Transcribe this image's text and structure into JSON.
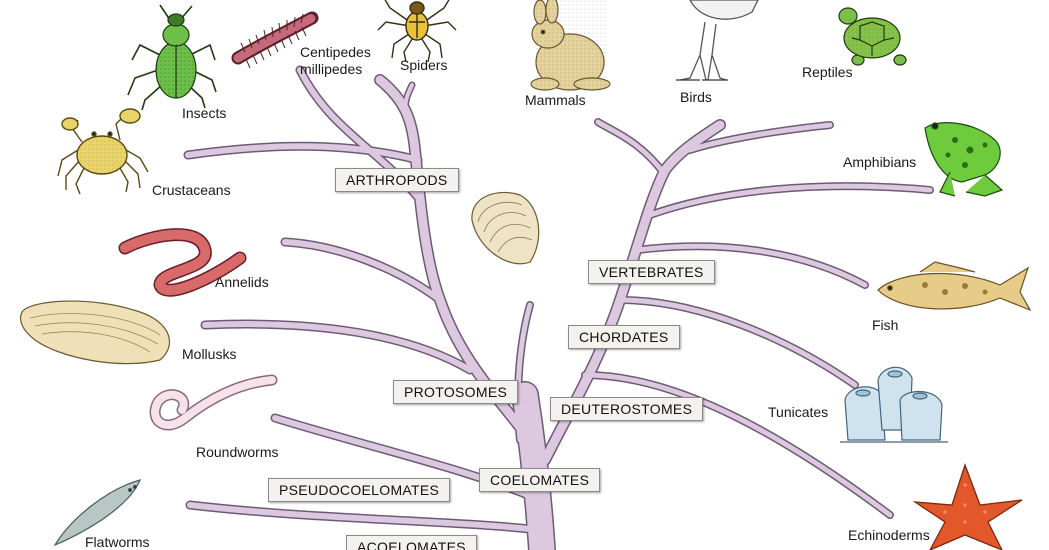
{
  "colors": {
    "branch": "#dcc8df",
    "branch_outline": "#6e5a74",
    "label_bg": "#f4f2ee"
  },
  "clades": {
    "arthropods": "ARTHROPODS",
    "vertebrates": "VERTEBRATES",
    "chordates": "CHORDATES",
    "protosomes": "PROTOSOMES",
    "deuterostomes": "DEUTEROSTOMES",
    "coelomates": "COELOMATES",
    "pseudocoelomates": "PSEUDOCOELOMATES",
    "acoelomates": "ACOELOMATES"
  },
  "animals": {
    "insects": "Insects",
    "centipedes_line1": "Centipedes",
    "centipedes_line2": "millipedes",
    "spiders": "Spiders",
    "mammals": "Mammals",
    "birds": "Birds",
    "reptiles": "Reptiles",
    "crustaceans": "Crustaceans",
    "amphibians": "Amphibians",
    "annelids": "Annelids",
    "mollusks": "Mollusks",
    "fish": "Fish",
    "roundworms": "Roundworms",
    "tunicates": "Tunicates",
    "flatworms": "Flatworms",
    "echinoderms": "Echinoderms"
  }
}
